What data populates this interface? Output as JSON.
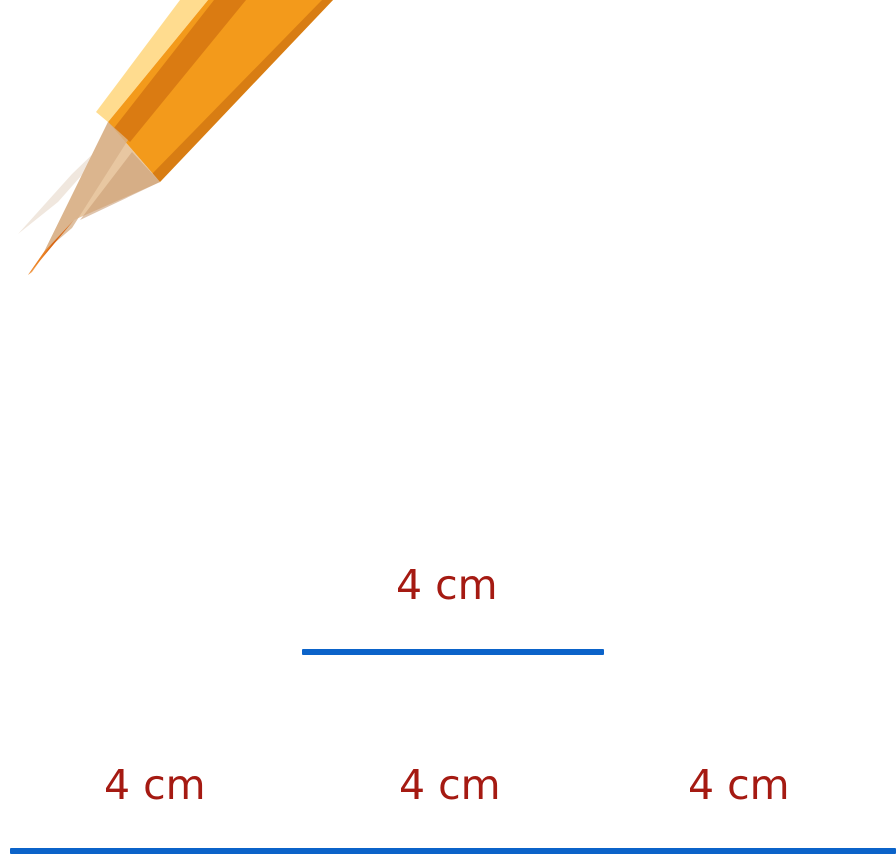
{
  "illustration": {
    "icon": "pencil-icon"
  },
  "segments": {
    "top": {
      "label": "4 cm"
    },
    "bottom": {
      "labels": [
        "4 cm",
        "4 cm",
        "4 cm"
      ]
    }
  },
  "colors": {
    "label": "#a51a12",
    "segment": "#0b63c9",
    "pencil_body": "#f39a1b",
    "pencil_tip": "#d86512",
    "pencil_wood": "#e8c7a1"
  }
}
